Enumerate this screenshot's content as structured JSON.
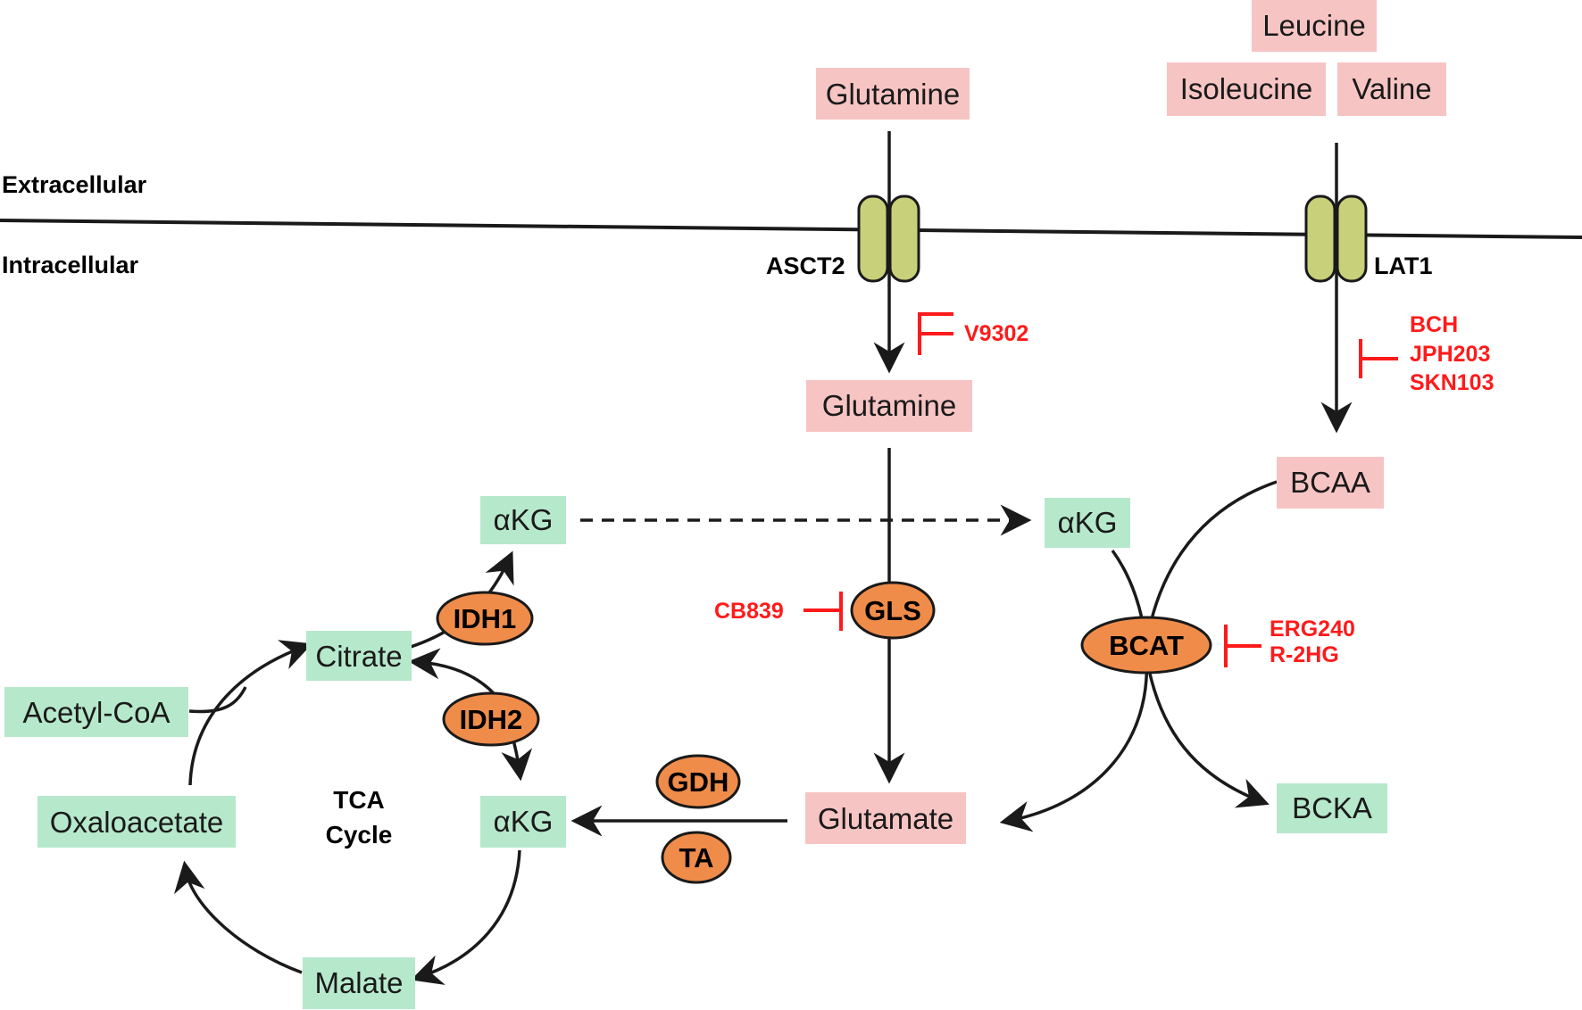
{
  "colors": {
    "amino_acid_box": "#f7c4c4",
    "metabolite_box": "#b6e8cc",
    "enzyme_fill": "#f08c4a",
    "transporter_fill": "#c9d07a",
    "inhibitor": "#ff1a1a",
    "line": "#1a1a1a"
  },
  "compartments": {
    "extracellular": "Extracellular",
    "intracellular": "Intracellular"
  },
  "transporters": {
    "asct2": "ASCT2",
    "lat1": "LAT1"
  },
  "metabolites": {
    "glutamine_out": "Glutamine",
    "leucine": "Leucine",
    "isoleucine": "Isoleucine",
    "valine": "Valine",
    "glutamine_in": "Glutamine",
    "bcaa": "BCAA",
    "akg_top": "αKG",
    "akg_right": "αKG",
    "citrate": "Citrate",
    "acetyl_coa": "Acetyl-CoA",
    "oxaloacetate": "Oxaloacetate",
    "akg_bottom": "αKG",
    "malate": "Malate",
    "glutamate": "Glutamate",
    "bcka": "BCKA"
  },
  "enzymes": {
    "gls": "GLS",
    "bcat": "BCAT",
    "idh1": "IDH1",
    "idh2": "IDH2",
    "gdh": "GDH",
    "ta": "TA"
  },
  "inhibitors": {
    "asct2": [
      "V9302"
    ],
    "lat1": [
      "BCH",
      "JPH203",
      "SKN103"
    ],
    "gls": [
      "CB839"
    ],
    "bcat": [
      "ERG240",
      "R-2HG"
    ]
  },
  "cycle_label": [
    "TCA",
    "Cycle"
  ]
}
